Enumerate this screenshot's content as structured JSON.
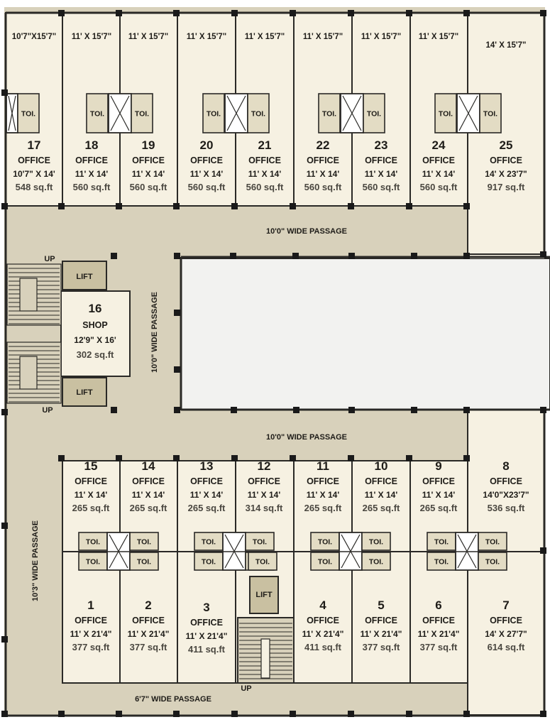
{
  "units": [
    {
      "id": "17",
      "no": "17",
      "type": "OFFICE",
      "size": "10'7\" X 14'",
      "area": "548 sq.ft",
      "top": "10'7\"X15'7\""
    },
    {
      "id": "18",
      "no": "18",
      "type": "OFFICE",
      "size": "11' X 14'",
      "area": "560 sq.ft",
      "top": "11' X 15'7\""
    },
    {
      "id": "19",
      "no": "19",
      "type": "OFFICE",
      "size": "11' X 14'",
      "area": "560 sq.ft",
      "top": "11' X 15'7\""
    },
    {
      "id": "20",
      "no": "20",
      "type": "OFFICE",
      "size": "11' X 14'",
      "area": "560 sq.ft",
      "top": "11' X 15'7\""
    },
    {
      "id": "21",
      "no": "21",
      "type": "OFFICE",
      "size": "11' X 14'",
      "area": "560 sq.ft",
      "top": "11' X 15'7\""
    },
    {
      "id": "22",
      "no": "22",
      "type": "OFFICE",
      "size": "11' X 14'",
      "area": "560 sq.ft",
      "top": "11' X 15'7\""
    },
    {
      "id": "23",
      "no": "23",
      "type": "OFFICE",
      "size": "11' X 14'",
      "area": "560 sq.ft",
      "top": "11' X 15'7\""
    },
    {
      "id": "24",
      "no": "24",
      "type": "OFFICE",
      "size": "11' X 14'",
      "area": "560 sq.ft",
      "top": "11' X 15'7\""
    },
    {
      "id": "25",
      "no": "25",
      "type": "OFFICE",
      "size": "14' X 23'7\"",
      "area": "917 sq.ft",
      "top": "14' X 15'7\""
    },
    {
      "id": "16",
      "no": "16",
      "type": "SHOP",
      "size": "12'9\" X 16'",
      "area": "302 sq.ft"
    },
    {
      "id": "15",
      "no": "15",
      "type": "OFFICE",
      "size": "11' X 14'",
      "area": "265 sq.ft"
    },
    {
      "id": "14",
      "no": "14",
      "type": "OFFICE",
      "size": "11' X 14'",
      "area": "265 sq.ft"
    },
    {
      "id": "13",
      "no": "13",
      "type": "OFFICE",
      "size": "11' X 14'",
      "area": "265 sq.ft"
    },
    {
      "id": "12",
      "no": "12",
      "type": "OFFICE",
      "size": "11' X 14'",
      "area": "314 sq.ft"
    },
    {
      "id": "11",
      "no": "11",
      "type": "OFFICE",
      "size": "11' X 14'",
      "area": "265 sq.ft"
    },
    {
      "id": "10",
      "no": "10",
      "type": "OFFICE",
      "size": "11' X 14'",
      "area": "265 sq.ft"
    },
    {
      "id": "9",
      "no": "9",
      "type": "OFFICE",
      "size": "11' X 14'",
      "area": "265 sq.ft"
    },
    {
      "id": "8",
      "no": "8",
      "type": "OFFICE",
      "size": "14'0\"X23'7\"",
      "area": "536 sq.ft"
    },
    {
      "id": "1",
      "no": "1",
      "type": "OFFICE",
      "size": "11' X 21'4\"",
      "area": "377 sq.ft"
    },
    {
      "id": "2",
      "no": "2",
      "type": "OFFICE",
      "size": "11' X 21'4\"",
      "area": "377 sq.ft"
    },
    {
      "id": "3",
      "no": "3",
      "type": "OFFICE",
      "size": "11' X 21'4\"",
      "area": "411 sq.ft"
    },
    {
      "id": "4",
      "no": "4",
      "type": "OFFICE",
      "size": "11' X 21'4\"",
      "area": "411 sq.ft"
    },
    {
      "id": "5",
      "no": "5",
      "type": "OFFICE",
      "size": "11' X 21'4\"",
      "area": "377 sq.ft"
    },
    {
      "id": "6",
      "no": "6",
      "type": "OFFICE",
      "size": "11' X 21'4\"",
      "area": "377 sq.ft"
    },
    {
      "id": "7",
      "no": "7",
      "type": "OFFICE",
      "size": "14' X 27'7\"",
      "area": "614 sq.ft"
    }
  ],
  "passages": {
    "top": "10'0\" WIDE PASSAGE",
    "mid": "10'0\" WIDE PASSAGE",
    "vertical": "10'0\" WIDE PASSAGE",
    "left": "10'3\" WIDE PASSAGE",
    "bottom": "6'7\" WIDE PASSAGE"
  },
  "labels": {
    "toilet": "TOI.",
    "lift": "LIFT",
    "up": "UP"
  },
  "colors": {
    "corridor": "#d8d1bb",
    "room": "#f6f1e2",
    "wall": "#2a2926",
    "lift": "#c9c0a1",
    "open_court": "#f2f2f0"
  }
}
